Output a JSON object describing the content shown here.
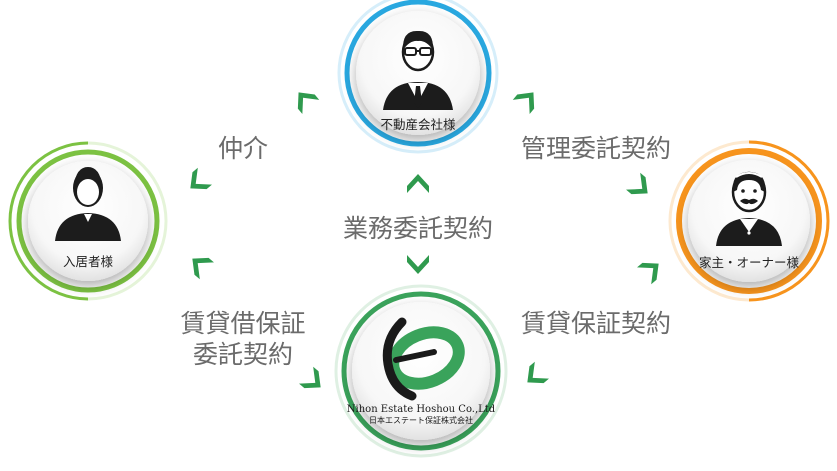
{
  "nodes": {
    "agency": {
      "caption": "不動産会社様",
      "ring_color": "#29a8e0"
    },
    "tenant": {
      "caption": "入居者様",
      "ring_color": "#7cc242"
    },
    "owner": {
      "caption": "家主・オーナー様",
      "ring_color": "#f7941d"
    },
    "guarantor": {
      "logo_en": "Nihon Estate Hoshou Co.,Ltd",
      "logo_jp": "日本エステート保証株式会社",
      "ring_color": "#3aa35b"
    }
  },
  "relations": {
    "tenant_agency": "仲介",
    "agency_owner": "管理委託契約",
    "agency_guarantor": "業務委託契約",
    "tenant_guarantor_line1": "賃貸借保証",
    "tenant_guarantor_line2": "委託契約",
    "owner_guarantor": "賃貸保証契約"
  },
  "arrow_color": "#2f9a4e"
}
